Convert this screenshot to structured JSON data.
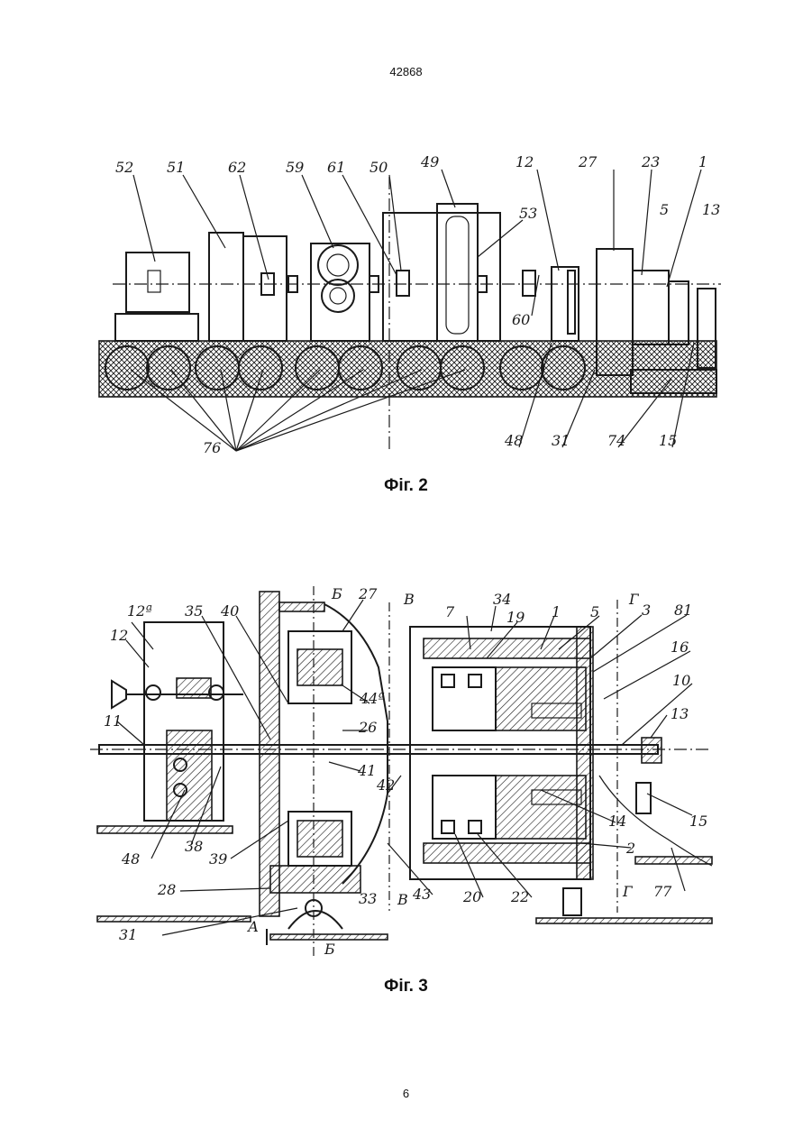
{
  "header": {
    "patent_number": "42868"
  },
  "footer": {
    "page_number": "6"
  },
  "figures": [
    {
      "caption": "Фіг. 2",
      "labels": [
        "52",
        "51",
        "62",
        "59",
        "61",
        "50",
        "49",
        "53",
        "12",
        "27",
        "23",
        "1",
        "5",
        "13",
        "60",
        "48",
        "31",
        "74",
        "15",
        "76"
      ]
    },
    {
      "caption": "Фіг. 3",
      "labels": [
        "12ª",
        "12",
        "35",
        "40",
        "Б",
        "27",
        "В",
        "7",
        "34",
        "19",
        "1",
        "5",
        "Г",
        "3",
        "81",
        "16",
        "10",
        "13",
        "44ª",
        "26",
        "11",
        "41",
        "42",
        "14",
        "15",
        "48",
        "38",
        "39",
        "28",
        "43",
        "20",
        "22",
        "2",
        "77",
        "31",
        "33",
        "В",
        "Г",
        "А",
        "Б"
      ]
    }
  ]
}
